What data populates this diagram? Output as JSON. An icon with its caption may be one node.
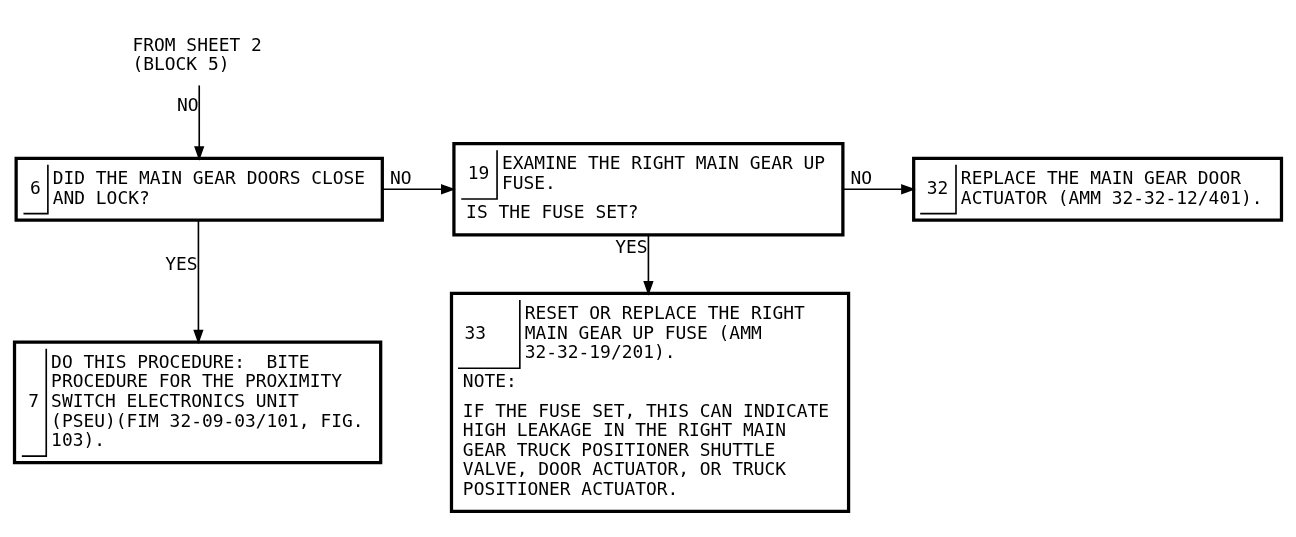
{
  "diagram": {
    "nodes": [
      {
        "text": [
          "FROM SHEET 2 (BLOCK 5)"
        ]
      },
      {
        "text": [
          "6",
          "DID THE MAIN GEAR DOORS CLOSE AND LOCK?"
        ]
      },
      {
        "text": [
          "7",
          "DO THIS PROCEDURE:  BITE PROCEDURE FOR THE PROXIMITY SWITCH ELECTRONICS UNIT (PSEU)(FIM 32-09-03/101, FIG. 103)."
        ]
      },
      {
        "text": [
          "19",
          "EXAMINE THE RIGHT MAIN GEAR UP FUSE.",
          "IS THE FUSE SET?"
        ]
      },
      {
        "text": [
          "32",
          "REPLACE THE MAIN GEAR DOOR ACTUATOR (AMM 32-32-12/401)."
        ]
      },
      {
        "text": [
          "33",
          "RESET OR REPLACE THE RIGHT MAIN GEAR UP FUSE (AMM 32-32-19/201).",
          "NOTE:",
          "IF THE FUSE SET, THIS CAN INDICATE HIGH LEAKAGE IN THE RIGHT MAIN GEAR TRUCK POSITIONER SHUTTLE VALVE, DOOR ACTUATOR, OR TRUCK POSITIONER ACTUATOR."
        ]
      }
    ],
    "edges": [
      {
        "from": 0,
        "to": 1,
        "arrow": "to",
        "label": "NO"
      },
      {
        "from": 1,
        "to": 3,
        "arrow": "to",
        "label": "NO"
      },
      {
        "from": 1,
        "to": 2,
        "arrow": "to",
        "label": "YES"
      },
      {
        "from": 3,
        "to": 4,
        "arrow": "to",
        "label": "NO"
      },
      {
        "from": 3,
        "to": 5,
        "arrow": "to",
        "label": "YES"
      }
    ]
  }
}
